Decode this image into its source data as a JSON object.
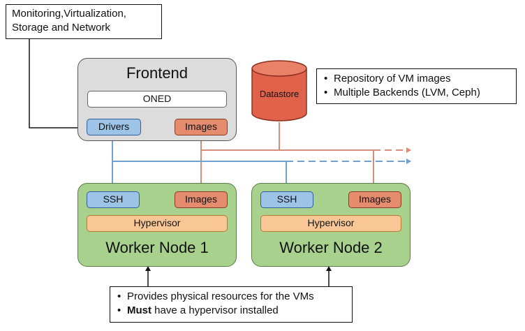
{
  "top_note": {
    "lines": [
      "Monitoring,Virtualization,",
      "Storage and Network"
    ]
  },
  "frontend": {
    "title": "Frontend",
    "oned": "ONED",
    "drivers": "Drivers",
    "images": "Images"
  },
  "datastore": {
    "label": "Datastore"
  },
  "datastore_note": {
    "items": [
      "Repository of VM images",
      "Multiple Backends (LVM, Ceph)"
    ]
  },
  "worker1": {
    "title": "Worker Node 1",
    "ssh": "SSH",
    "images": "Images",
    "hypervisor": "Hypervisor"
  },
  "worker2": {
    "title": "Worker Node 2",
    "ssh": "SSH",
    "images": "Images",
    "hypervisor": "Hypervisor"
  },
  "worker_note": {
    "item1": "Provides physical resources for the VMs",
    "item2_bold": "Must",
    "item2_rest": " have a hypervisor installed"
  },
  "colors": {
    "ssh_line": "#6fa1d2",
    "image_line": "#d88d78",
    "black_line": "#111111"
  }
}
